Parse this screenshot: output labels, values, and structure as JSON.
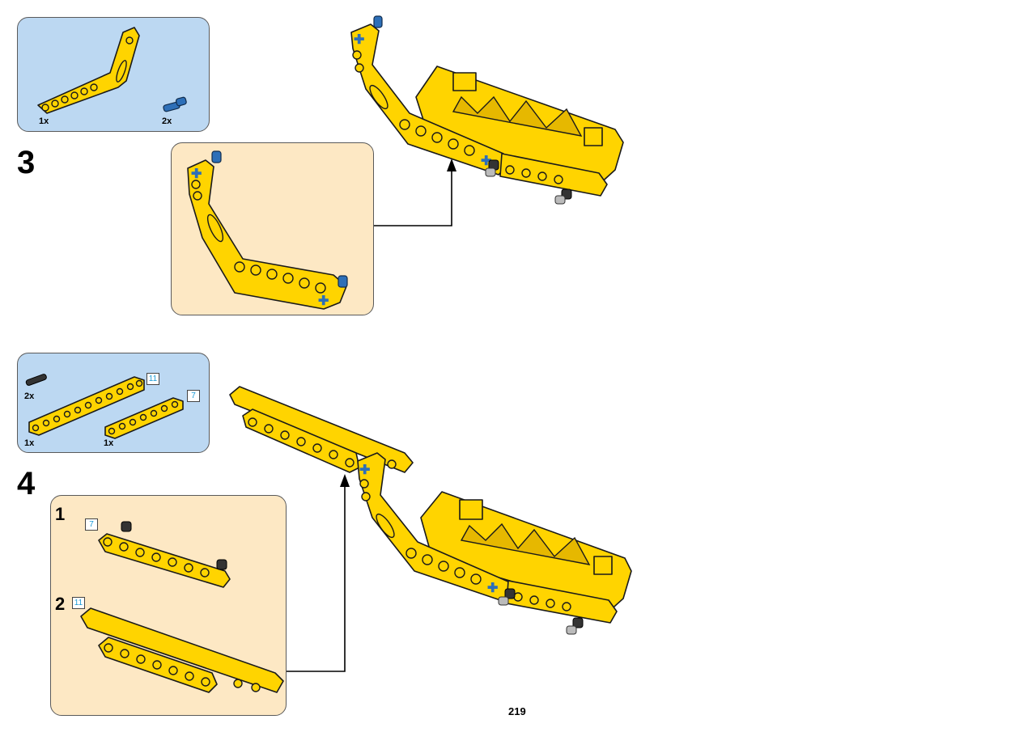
{
  "step3": {
    "number": "3",
    "parts": [
      {
        "qty": "1x",
        "icon": "bent-liftarm"
      },
      {
        "qty": "2x",
        "icon": "blue-axle-pin"
      }
    ]
  },
  "step4": {
    "number": "4",
    "parts": [
      {
        "qty": "2x",
        "icon": "black-friction-pin"
      },
      {
        "qty": "1x",
        "icon": "beam-11",
        "length": "11"
      },
      {
        "qty": "1x",
        "icon": "beam-7",
        "length": "7"
      }
    ],
    "substeps": [
      {
        "number": "1",
        "length": "7"
      },
      {
        "number": "2",
        "length": "11"
      }
    ]
  },
  "page_number": "219",
  "colors": {
    "parts_panel": "#bcd8f2",
    "subassembly_panel": "#fde8c4",
    "beam_yellow": "#ffd400",
    "pin_blue": "#2d6fb8",
    "length_text": "#1a9ad6"
  }
}
